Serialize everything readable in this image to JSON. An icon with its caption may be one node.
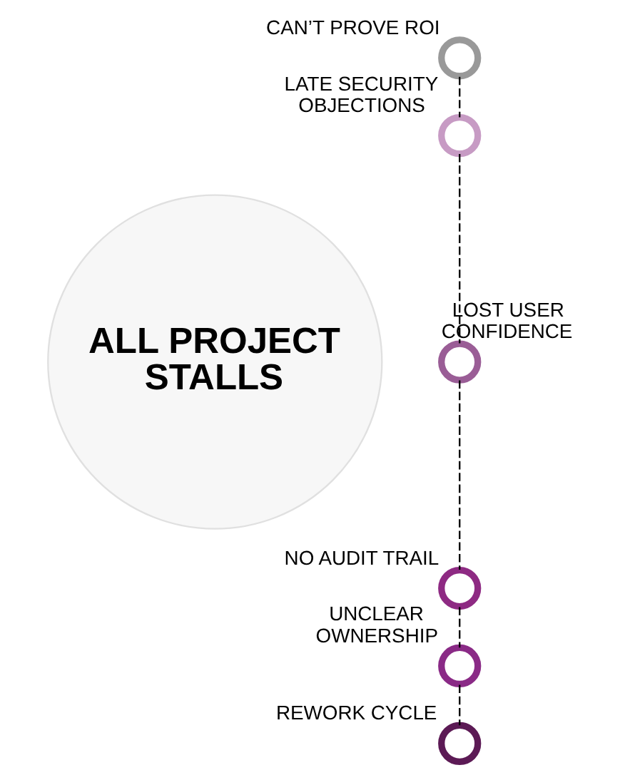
{
  "diagram": {
    "nodes": [
      {
        "text": [
          "ALL PROJECT STALLS"
        ]
      },
      {
        "text": [],
        "shape": "circle",
        "beside": [
          "CAN’T PROVE ROI"
        ]
      },
      {
        "text": [],
        "shape": "circle",
        "beside": [
          "LATE SECURITY OBJECTIONS"
        ]
      },
      {
        "text": [],
        "shape": "circle",
        "beside": [
          "LOST USER CONFIDENCE"
        ]
      },
      {
        "text": [],
        "shape": "circle",
        "beside": [
          "NO AUDIT TRAIL"
        ]
      },
      {
        "text": [],
        "shape": "circle",
        "beside": [
          "UNCLEAR OWNERSHIP"
        ]
      },
      {
        "text": [],
        "shape": "circle",
        "beside": [
          "REWORK CYCLE"
        ]
      }
    ],
    "edges": [
      {
        "from": 1,
        "to": 2,
        "arrow": "none",
        "style": "dashed"
      },
      {
        "from": 2,
        "to": 3,
        "arrow": "none",
        "style": "dashed"
      },
      {
        "from": 3,
        "to": 4,
        "arrow": "none",
        "style": "dashed"
      },
      {
        "from": 4,
        "to": 5,
        "arrow": "none",
        "style": "dashed"
      },
      {
        "from": 5,
        "to": 6,
        "arrow": "none",
        "style": "dashed"
      }
    ]
  }
}
